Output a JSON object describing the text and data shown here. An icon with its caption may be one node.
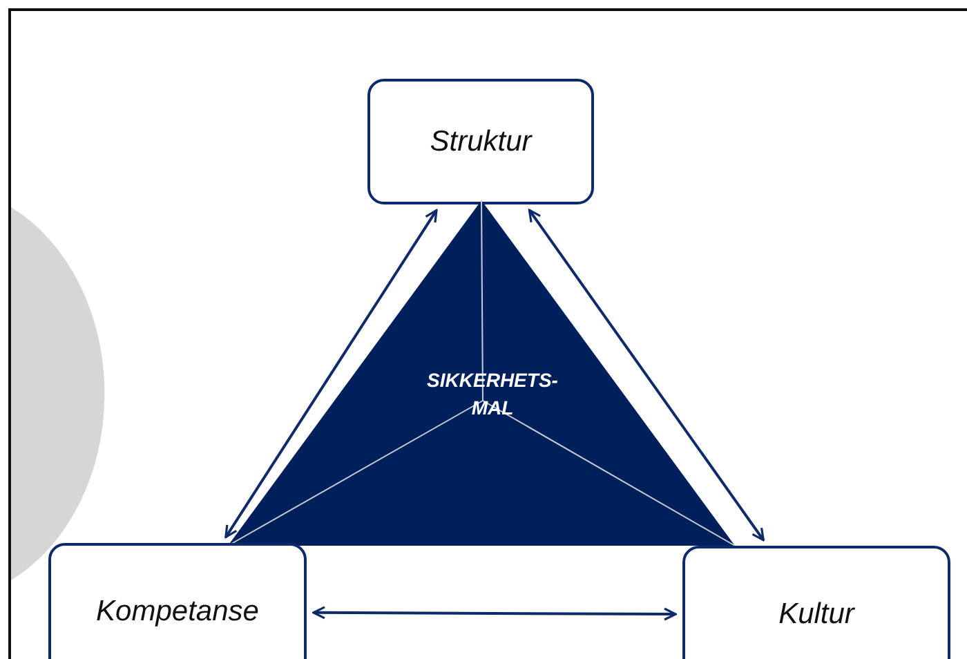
{
  "diagram": {
    "nodes": [
      {
        "text": [
          "Struktur"
        ]
      },
      {
        "text": [
          "SIKKERHETS- MAL"
        ]
      },
      {
        "text": [
          "Kompetanse"
        ]
      },
      {
        "text": [
          "Kultur"
        ]
      }
    ],
    "edges": [
      {
        "from": 0,
        "to": 2,
        "arrow": "both"
      },
      {
        "from": 0,
        "to": 3,
        "arrow": "both"
      },
      {
        "from": 2,
        "to": 3,
        "arrow": "both"
      }
    ]
  }
}
